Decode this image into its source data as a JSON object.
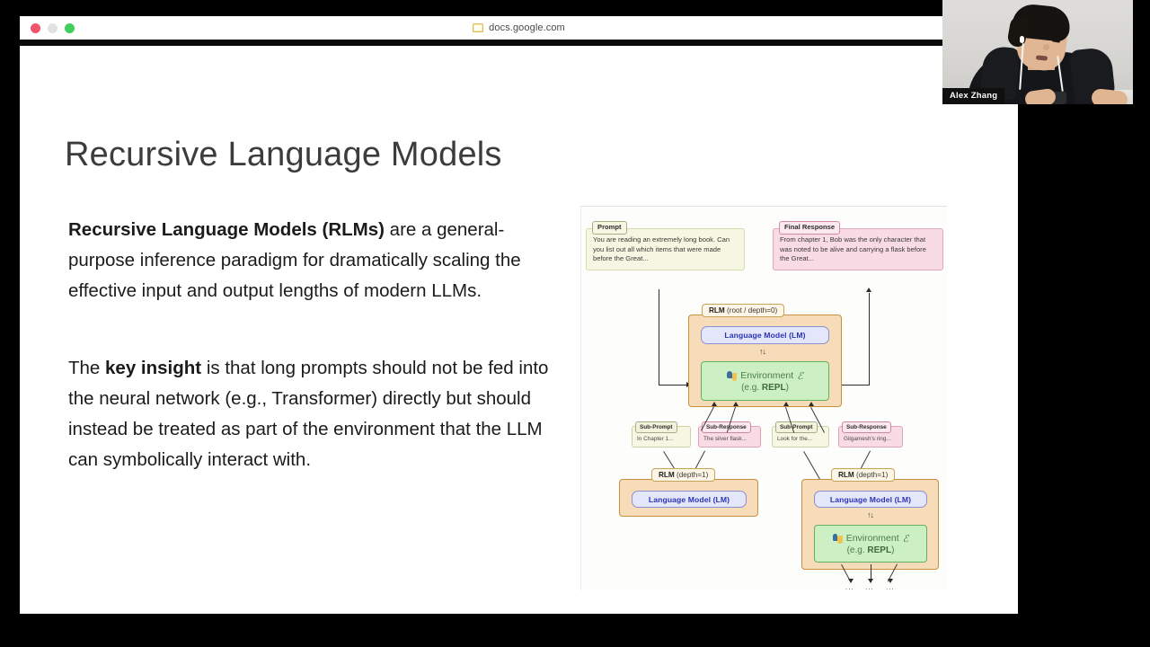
{
  "browser": {
    "url": "docs.google.com",
    "url_icon": "document-icon",
    "traffic_lights": [
      "close-red",
      "minimize-amber",
      "zoom-green"
    ]
  },
  "slide": {
    "title": "Recursive Language Models",
    "paragraphs": [
      {
        "lead": "Recursive Language Models (RLMs)",
        "rest": " are a general-purpose inference paradigm for dramatically scaling the effective input and output lengths of modern LLMs."
      },
      {
        "pre": "The ",
        "lead": "key insight",
        "rest": " is that long prompts should not be fed into the neural network (e.g., Transformer) directly but should instead be treated as part of the environment that the LLM can symbolically interact with."
      }
    ]
  },
  "diagram": {
    "prompt": {
      "tag": "Prompt",
      "body": "You are reading an extremely long book. Can you list out all which items that were made before the Great..."
    },
    "final_response": {
      "tag": "Final Response",
      "body": "From chapter 1, Bob was the only character that was noted to be alive and carrying a flask before the Great..."
    },
    "root": {
      "tag_bold": "RLM",
      "tag_rest": "(root / depth=0)",
      "lm_label": "Language Model (LM)",
      "env_line1": "Environment",
      "env_symbol": "ℰ",
      "env_line2_pre": "(e.g. ",
      "env_line2_bold": "REPL",
      "env_line2_post": ")",
      "exchange_glyph": "↑↓",
      "python_icon": "python-logo-icon"
    },
    "sub_left": {
      "prompt_tag": "Sub-Prompt",
      "prompt_body": "In Chapter 1...",
      "response_tag": "Sub-Response",
      "response_body": "The silver flask..."
    },
    "sub_right": {
      "prompt_tag": "Sub-Prompt",
      "prompt_body": "Look for the...",
      "response_tag": "Sub-Response",
      "response_body": "Gilgamesh's ring..."
    },
    "child_left": {
      "tag_bold": "RLM",
      "tag_rest": "(depth=1)",
      "lm_label": "Language Model (LM)"
    },
    "child_right": {
      "tag_bold": "RLM",
      "tag_rest": "(depth=1)",
      "lm_label": "Language Model (LM)",
      "env_line1": "Environment",
      "env_symbol": "ℰ",
      "env_line2_pre": "(e.g. ",
      "env_line2_bold": "REPL",
      "env_line2_post": ")",
      "exchange_glyph": "↑↓",
      "python_icon": "python-logo-icon"
    },
    "ellipses": [
      "...",
      "...",
      "..."
    ]
  },
  "webcam": {
    "participant_name": "Alex Zhang"
  },
  "colors": {
    "rlm_fill": "#f6dcb8",
    "rlm_border": "#c98f3f",
    "lm_fill": "#e4e6fa",
    "lm_text": "#2a33b5",
    "env_fill": "#ccf0c3",
    "env_border": "#63b060",
    "prompt_fill": "#f6f7e3",
    "response_fill": "#f9dbe5"
  }
}
